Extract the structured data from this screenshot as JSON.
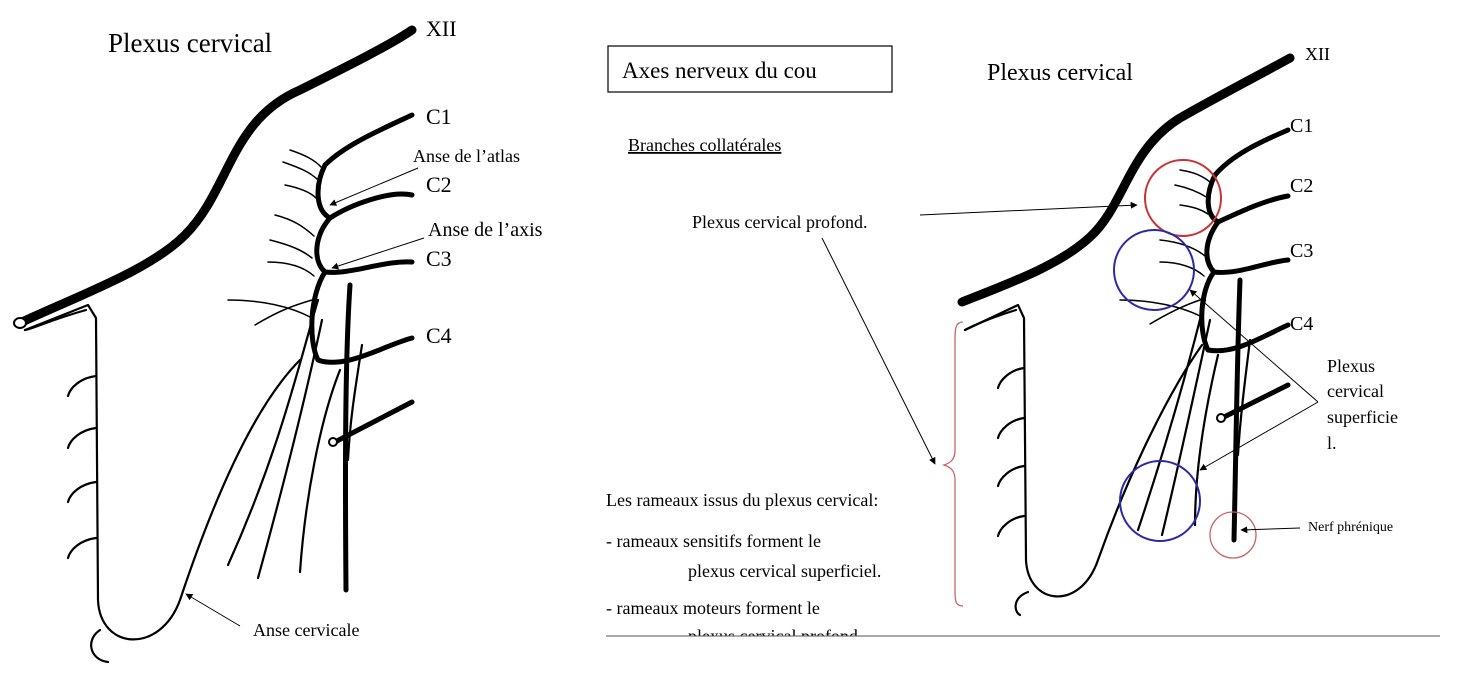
{
  "left_panel": {
    "title": "Plexus cervical",
    "roots": [
      "XII",
      "C1",
      "C2",
      "C3",
      "C4"
    ],
    "labels": {
      "anse_atlas": "Anse de l’atlas",
      "anse_axis": "Anse de l’axis",
      "anse_cervicale": "Anse cervicale"
    }
  },
  "right_panel": {
    "box_title": "Axes nerveux du cou",
    "title": "Plexus cervical",
    "subtitle": "Branches collatérales",
    "roots": [
      "XII",
      "C1",
      "C2",
      "C3",
      "C4"
    ],
    "labels": {
      "plexus_profond": "Plexus cervical profond.",
      "plexus_superficiel_lines": [
        "Plexus",
        "cervical",
        "superficie",
        "l."
      ],
      "nerf_phrenique": "Nerf phrénique"
    },
    "text_block": {
      "heading": "Les rameaux issus du plexus cervical:",
      "lines": [
        "- rameaux sensitifs forment le",
        "plexus cervical superficiel.",
        "- rameaux moteurs forment le",
        "plexus cervical profond."
      ]
    },
    "colors": {
      "red_circle": "#c83232",
      "blue_circle": "#2a2aa8",
      "brace": "#c86464"
    }
  }
}
